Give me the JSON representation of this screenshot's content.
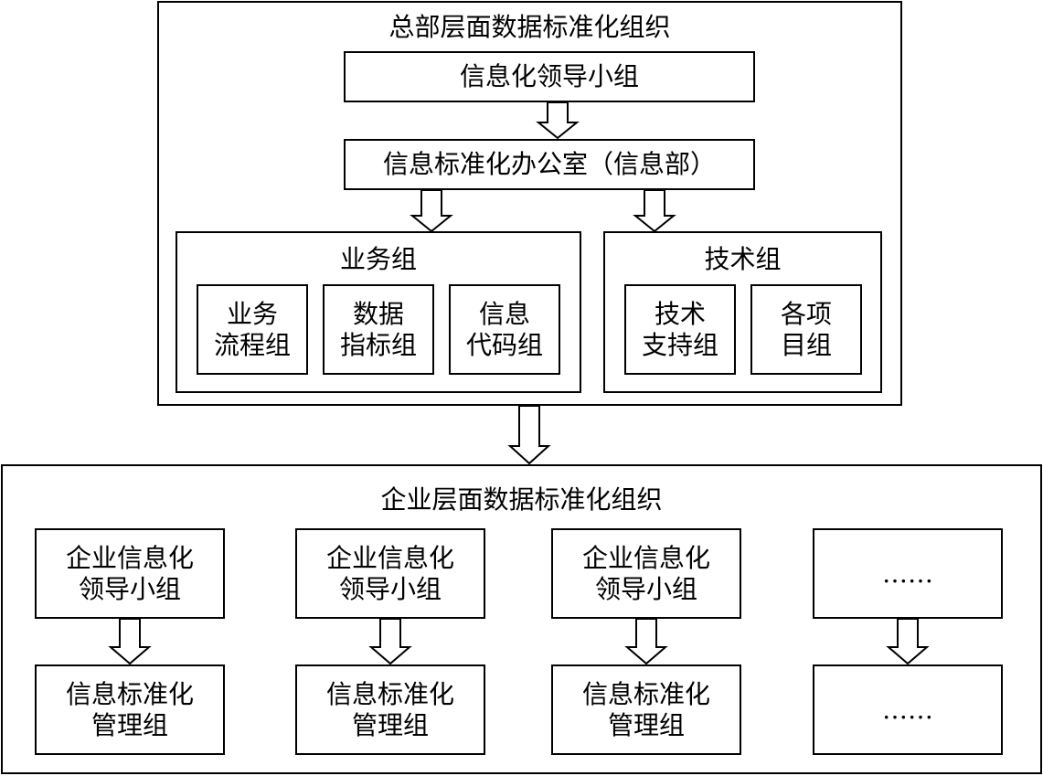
{
  "hq": {
    "title": "总部层面数据标准化组织",
    "leadership": "信息化领导小组",
    "office": "信息标准化办公室（信息部）",
    "business": {
      "title": "业务组",
      "items": [
        "业务\n流程组",
        "数据\n指标组",
        "信息\n代码组"
      ]
    },
    "tech": {
      "title": "技术组",
      "items": [
        "技术\n支持组",
        "各项\n目组"
      ]
    }
  },
  "enterprise": {
    "title": "企业层面数据标准化组织",
    "columns": [
      {
        "top": "企业信息化\n领导小组",
        "bottom": "信息标准化\n管理组"
      },
      {
        "top": "企业信息化\n领导小组",
        "bottom": "信息标准化\n管理组"
      },
      {
        "top": "企业信息化\n领导小组",
        "bottom": "信息标准化\n管理组"
      },
      {
        "top": "……",
        "bottom": "……"
      }
    ]
  }
}
